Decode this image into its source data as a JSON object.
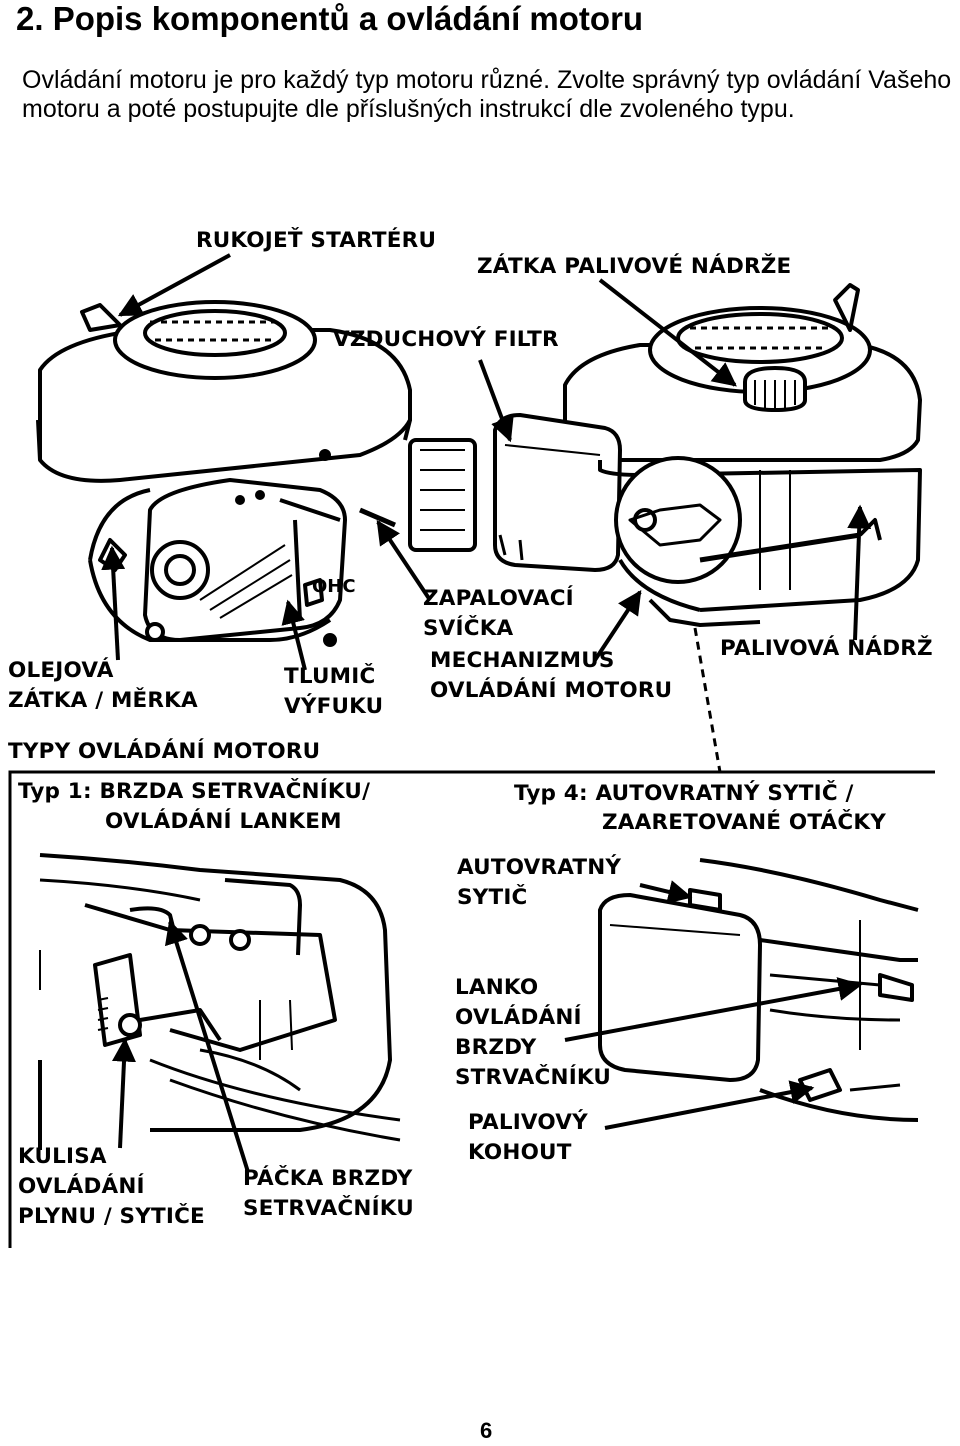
{
  "page": {
    "heading": "2. Popis komponentů a ovládání motoru",
    "intro_line1": "Ovládání motoru je pro každý typ motoru různé. Zvolte správný typ ovládání Vašeho",
    "intro_line2": "motoru a poté postupujte dle příslušných instrukcí dle zvoleného typu.",
    "page_number": "6"
  },
  "engine_labels": {
    "starter_handle": "RUKOJEŤ STARTÉRU",
    "fuel_cap": "ZÁTKA PALIVOVÉ NÁDRŽE",
    "air_filter": "VZDUCHOVÝ FILTR",
    "spark_plug_1": "ZAPALOVACÍ",
    "spark_plug_2": "SVÍČKA",
    "control_1": "MECHANIZMUS",
    "control_2": "OVLÁDÁNÍ MOTORU",
    "fuel_tank": "PALIVOVÁ NÁDRŽ",
    "oil_1": "OLEJOVÁ",
    "oil_2": "ZÁTKA / MĚRKA",
    "muffler_1": "TLUMIČ",
    "muffler_2": "VÝFUKU",
    "engine_brand": "OHC"
  },
  "control_types": {
    "section_title": "TYPY OVLÁDÁNÍ MOTORU",
    "type1_line1": "Typ 1: BRZDA SETRVAČNÍKU/",
    "type1_line2": "OVLÁDÁNÍ LANKEM",
    "type4_line1": "Typ 4: AUTOVRATNÝ SYTIČ /",
    "type4_line2": "ZAARETOVANÉ OTÁČKY",
    "lever_1": "KULISA",
    "lever_2": "OVLÁDÁNÍ",
    "lever_3": "PLYNU / SYTIČE",
    "brake_lever_1": "PÁČKA BRZDY",
    "brake_lever_2": "SETRVAČNÍKU",
    "choke_1": "AUTOVRATNÝ",
    "choke_2": "SYTIČ",
    "cable_1": "LANKO",
    "cable_2": "OVLÁDÁNÍ",
    "cable_3": "BRZDY",
    "cable_4": "STRVAČNÍKU",
    "fuel_valve_1": "PALIVOVÝ",
    "fuel_valve_2": "KOHOUT"
  }
}
